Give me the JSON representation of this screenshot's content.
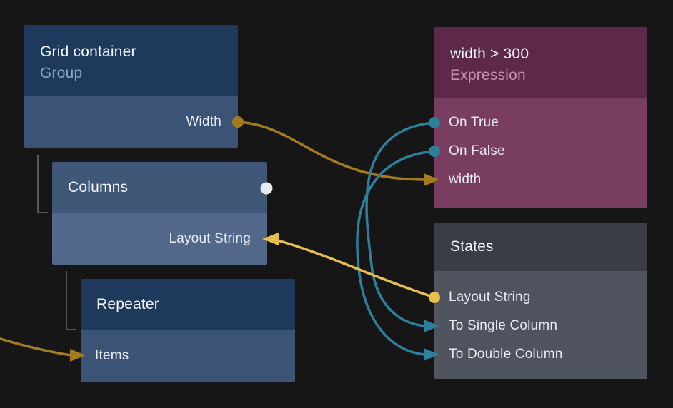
{
  "colors": {
    "background": "#161616",
    "wire_gold": "#a37c20",
    "wire_yellow": "#e7bf4e",
    "wire_teal": "#2d7f9c",
    "unconnected_port_dot": "#e7eaf1",
    "hierarchy_line": "#55585d",
    "node_blue_header": "#1f395c",
    "node_blue_body": "#3b5475",
    "node_highlight_header": "#3f5878",
    "node_highlight_body": "#52698b",
    "node_purple_header": "#5c2949",
    "node_purple_body": "#793d60",
    "node_gray_header": "#3a3d45",
    "node_gray_body": "#50545e"
  },
  "nodes": [
    {
      "title": "Grid container",
      "subtitle": "Group",
      "ports": [
        {
          "name": "Width",
          "side": "right",
          "connector": "gold-dot-output"
        }
      ]
    },
    {
      "title": "Columns",
      "ports": [
        {
          "name": "Layout String",
          "side": "right",
          "connector": "yellow-arrow-input"
        }
      ],
      "indicator": "white-dot"
    },
    {
      "title": "Repeater",
      "ports": [
        {
          "name": "Items",
          "side": "left",
          "connector": "gold-arrow-input"
        }
      ]
    },
    {
      "title": "width > 300",
      "subtitle": "Expression",
      "ports": [
        {
          "name": "On True",
          "side": "left",
          "connector": "teal-dot-output"
        },
        {
          "name": "On False",
          "side": "left",
          "connector": "teal-dot-output"
        },
        {
          "name": "width",
          "side": "left",
          "connector": "gold-arrow-input"
        }
      ]
    },
    {
      "title": "States",
      "ports": [
        {
          "name": "Layout String",
          "side": "left",
          "connector": "yellow-dot-output"
        },
        {
          "name": "To Single Column",
          "side": "left",
          "connector": "teal-arrow-input"
        },
        {
          "name": "To Double Column",
          "side": "left",
          "connector": "teal-arrow-input"
        }
      ]
    }
  ],
  "connections": [
    {
      "from": "Grid container / Width",
      "to": "width > 300 / width",
      "color": "gold"
    },
    {
      "from": "States / Layout String",
      "to": "Columns / Layout String",
      "color": "yellow"
    },
    {
      "from": "width > 300 / On True",
      "to": "States / To Single Column",
      "color": "teal"
    },
    {
      "from": "width > 300 / On False",
      "to": "States / To Double Column",
      "color": "teal"
    },
    {
      "from": "offscreen-left",
      "to": "Repeater / Items",
      "color": "gold"
    }
  ],
  "hierarchy": [
    {
      "parent": "Grid container",
      "child": "Columns"
    },
    {
      "parent": "Columns",
      "child": "Repeater"
    }
  ]
}
